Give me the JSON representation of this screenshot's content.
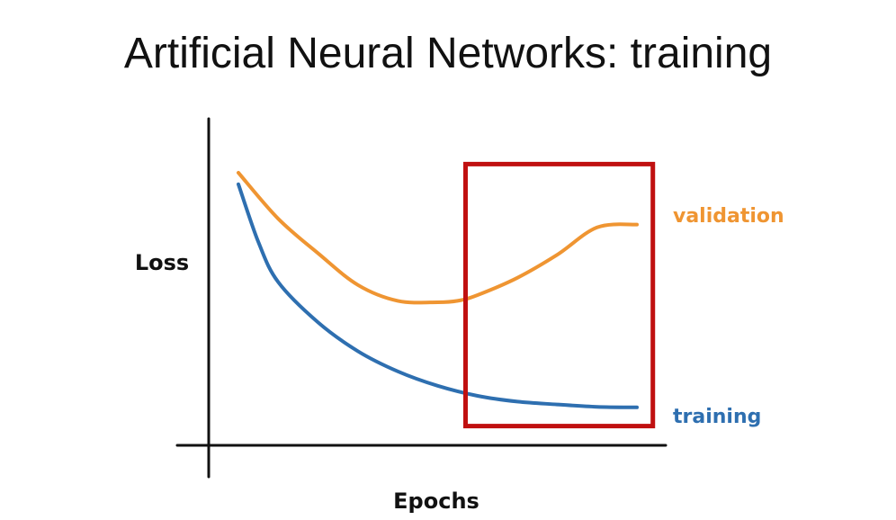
{
  "page": {
    "title": "Artificial Neural Networks: training"
  },
  "chart_data": {
    "type": "line",
    "title": "",
    "xlabel": "Epochs",
    "ylabel": "Loss",
    "xlim": [
      0,
      100
    ],
    "ylim": [
      0,
      100
    ],
    "grid": false,
    "ticks": false,
    "series": [
      {
        "name": "validation",
        "color": "#ef9532",
        "x": [
          0,
          10,
          20,
          30,
          40,
          50,
          55,
          60,
          70,
          80,
          90,
          100
        ],
        "y": [
          90,
          74,
          62,
          51,
          45.5,
          45,
          45.5,
          47.5,
          53.5,
          61.5,
          71,
          72
        ]
      },
      {
        "name": "training",
        "color": "#2e6fb0",
        "x": [
          0,
          5,
          10,
          20,
          30,
          40,
          50,
          60,
          70,
          80,
          90,
          100
        ],
        "y": [
          86,
          66,
          52,
          38,
          28,
          21,
          16,
          12.5,
          10.5,
          9.5,
          8.7,
          8.5
        ]
      }
    ],
    "annotation": {
      "type": "highlight-box",
      "color": "#c01010",
      "x_range": [
        57,
        104
      ],
      "y_range": [
        2,
        93
      ]
    },
    "axis_color": "#111111",
    "label_colors": {
      "validation": "#ef9532",
      "training": "#2e6fb0"
    }
  }
}
